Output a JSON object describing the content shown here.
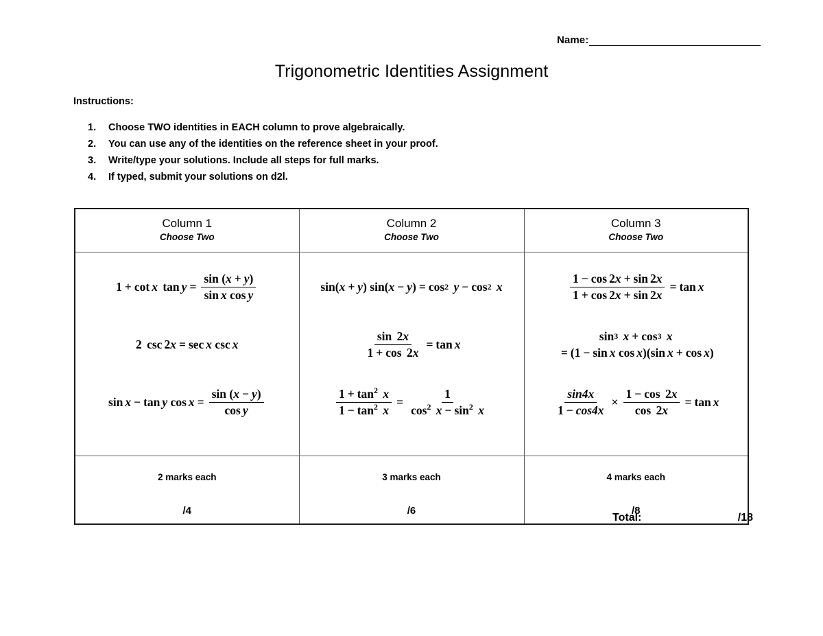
{
  "header": {
    "name_label": "Name:",
    "name_blank": ""
  },
  "title": "Trigonometric Identities Assignment",
  "instructions": {
    "label": "Instructions:",
    "items": [
      {
        "num": "1.",
        "text": "Choose TWO identities in EACH column to prove algebraically."
      },
      {
        "num": "2.",
        "text": "You can use any of the identities on the reference sheet in your proof."
      },
      {
        "num": "3.",
        "text": "Write/type your solutions. Include all steps for full marks."
      },
      {
        "num": "4.",
        "text": "If typed, submit your solutions on d2l."
      }
    ]
  },
  "table": {
    "columns": [
      {
        "title": "Column 1",
        "subtitle": "Choose Two",
        "marks_each": "2 marks each",
        "score": "/4",
        "equations": [
          "1 + cot x tan y = sin (x + y) / (sin x cos y)",
          "2 csc 2x = sec x csc x",
          "sin x − tan y cos x = sin (x − y) / cos y"
        ]
      },
      {
        "title": "Column 2",
        "subtitle": "Choose Two",
        "marks_each": "3 marks each",
        "score": "/6",
        "equations": [
          "sin(x + y) sin(x − y) = cos² y − cos² x",
          "sin 2x / (1 + cos 2x) = tan x",
          "(1 + tan² x) / (1 − tan² x) = 1 / (cos² x − sin² x)"
        ]
      },
      {
        "title": "Column 3",
        "subtitle": "Choose Two",
        "marks_each": "4 marks each",
        "score": "/8",
        "equations": [
          "(1 − cos 2x + sin 2x) / (1 + cos 2x + sin 2x) = tan x",
          "sin³ x + cos³ x = (1 − sin x cos x)(sin x + cos x)",
          "sin4x / (1 − cos4x) × (1 − cos 2x) / cos 2x = tan x"
        ]
      }
    ]
  },
  "total": {
    "label": "Total:",
    "value": "/18"
  }
}
